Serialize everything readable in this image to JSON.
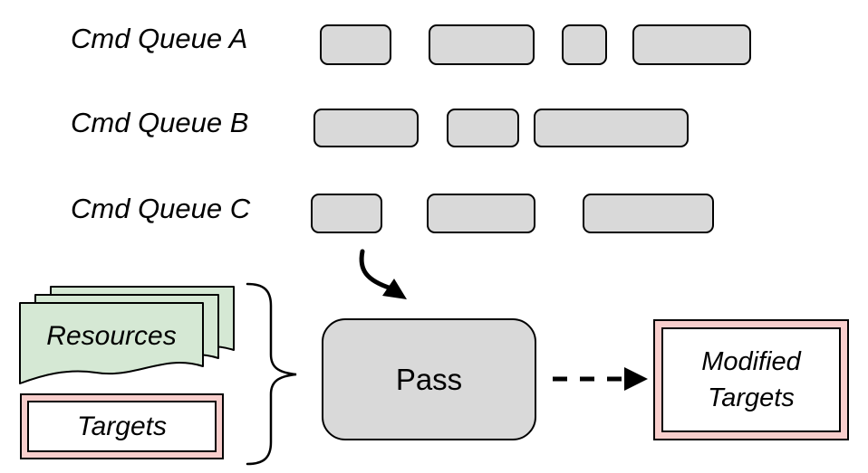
{
  "queues": [
    {
      "label": "Cmd Queue A",
      "block_count": 4
    },
    {
      "label": "Cmd Queue B",
      "block_count": 3
    },
    {
      "label": "Cmd Queue C",
      "block_count": 3
    }
  ],
  "inputs": {
    "resources": {
      "label": "Resources",
      "fill": "#d5e8d4",
      "doc_count": 3
    },
    "targets": {
      "label": "Targets",
      "fill": "#f8cecc"
    }
  },
  "pass": {
    "label": "Pass",
    "fill": "#d9d9d9"
  },
  "output": {
    "label_line1": "Modified",
    "label_line2": "Targets",
    "fill": "#f8cecc"
  },
  "colors": {
    "block_fill": "#d9d9d9",
    "resources_fill": "#d5e8d4",
    "pink_fill": "#f8cecc",
    "stroke": "#000000",
    "background": "#ffffff"
  }
}
